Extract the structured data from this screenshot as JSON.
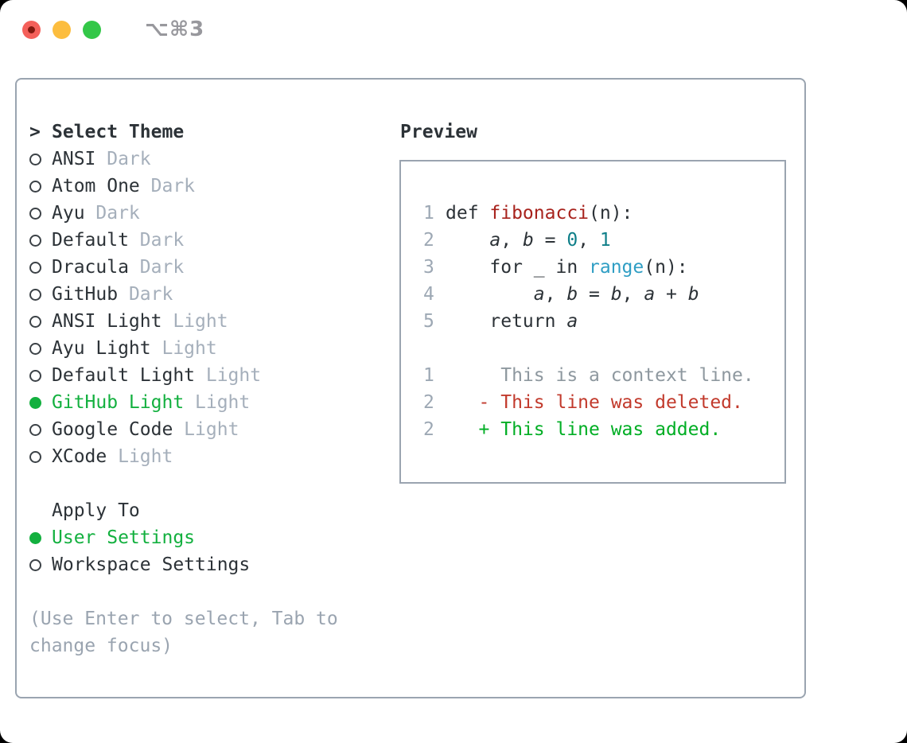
{
  "titlebar": {
    "title": "⌥⌘3"
  },
  "theme_panel": {
    "select_header": {
      "prompt": ">",
      "label": "Select Theme"
    },
    "themes": [
      {
        "name": "ANSI",
        "tag": "Dark",
        "selected": false
      },
      {
        "name": "Atom One",
        "tag": "Dark",
        "selected": false
      },
      {
        "name": "Ayu",
        "tag": "Dark",
        "selected": false
      },
      {
        "name": "Default",
        "tag": "Dark",
        "selected": false
      },
      {
        "name": "Dracula",
        "tag": "Dark",
        "selected": false
      },
      {
        "name": "GitHub",
        "tag": "Dark",
        "selected": false
      },
      {
        "name": "ANSI Light",
        "tag": "Light",
        "selected": false
      },
      {
        "name": "Ayu Light",
        "tag": "Light",
        "selected": false
      },
      {
        "name": "Default Light",
        "tag": "Light",
        "selected": false
      },
      {
        "name": "GitHub Light",
        "tag": "Light",
        "selected": true
      },
      {
        "name": "Google Code",
        "tag": "Light",
        "selected": false
      },
      {
        "name": "XCode",
        "tag": "Light",
        "selected": false
      }
    ],
    "apply_to": {
      "label": "Apply To",
      "options": [
        {
          "name": "User Settings",
          "selected": true
        },
        {
          "name": "Workspace Settings",
          "selected": false
        }
      ]
    },
    "hint_lines": [
      "(Use Enter to select, Tab to",
      "change focus)"
    ]
  },
  "preview": {
    "label": "Preview",
    "code_lines": [
      {
        "num": "1",
        "tokens": [
          [
            "def ",
            "fg"
          ],
          [
            "fibonacci",
            "red"
          ],
          [
            "(n):",
            "fg"
          ]
        ]
      },
      {
        "num": "2",
        "tokens": [
          [
            "    ",
            "fg"
          ],
          [
            "a",
            "it"
          ],
          [
            ", ",
            "fg"
          ],
          [
            "b",
            "it"
          ],
          [
            " = ",
            "fg"
          ],
          [
            "0",
            "teal"
          ],
          [
            ", ",
            "fg"
          ],
          [
            "1",
            "teal"
          ]
        ]
      },
      {
        "num": "3",
        "tokens": [
          [
            "    for _ in ",
            "fg"
          ],
          [
            "range",
            "blue"
          ],
          [
            "(n):",
            "fg"
          ]
        ]
      },
      {
        "num": "4",
        "tokens": [
          [
            "        ",
            "fg"
          ],
          [
            "a",
            "it"
          ],
          [
            ", ",
            "fg"
          ],
          [
            "b",
            "it"
          ],
          [
            " = ",
            "fg"
          ],
          [
            "b",
            "it"
          ],
          [
            ", ",
            "fg"
          ],
          [
            "a",
            "it"
          ],
          [
            " + ",
            "fg"
          ],
          [
            "b",
            "it"
          ]
        ]
      },
      {
        "num": "5",
        "tokens": [
          [
            "    return ",
            "fg"
          ],
          [
            "a",
            "it"
          ]
        ]
      }
    ],
    "diff_lines": [
      {
        "num": "1",
        "tokens": [
          [
            "     This is a context line.",
            "ctx"
          ]
        ]
      },
      {
        "num": "2",
        "tokens": [
          [
            "   - This line was deleted.",
            "del"
          ]
        ]
      },
      {
        "num": "2",
        "tokens": [
          [
            "   + This line was added.",
            "add"
          ]
        ]
      }
    ]
  },
  "colors": {
    "accent_green": "#13b03f",
    "text": "#2c3237",
    "dim_tag": "#a5afbb",
    "hint": "#9aa4b0",
    "border": "#9aa4b0",
    "line_number": "#9da8b4",
    "code_red": "#a8231d",
    "code_teal": "#0f7f89",
    "code_blue": "#2f9ec4",
    "diff_del": "#c23a2c",
    "diff_add": "#00ae24",
    "diff_ctx": "#8e989f",
    "title_gray": "#98989d",
    "traffic_red": "#f4605a",
    "traffic_red_dot": "#82190f",
    "traffic_yellow": "#fcbd3e",
    "traffic_green": "#33c748"
  }
}
